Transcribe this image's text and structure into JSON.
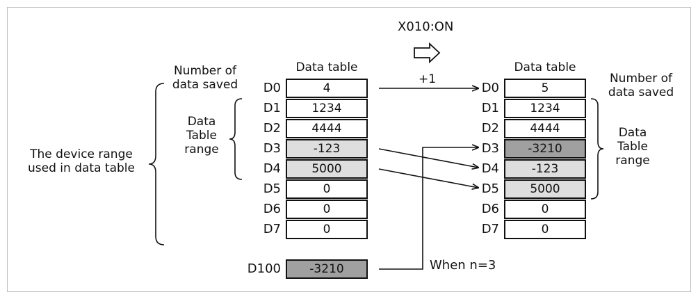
{
  "trigger": {
    "label": "X010:ON",
    "increment": "+1"
  },
  "left_table": {
    "header": "Data table",
    "rows": [
      {
        "reg": "D0",
        "value": "4",
        "shade": "none"
      },
      {
        "reg": "D1",
        "value": "1234",
        "shade": "none"
      },
      {
        "reg": "D2",
        "value": "4444",
        "shade": "none"
      },
      {
        "reg": "D3",
        "value": "-123",
        "shade": "light"
      },
      {
        "reg": "D4",
        "value": "5000",
        "shade": "light"
      },
      {
        "reg": "D5",
        "value": "0",
        "shade": "none"
      },
      {
        "reg": "D6",
        "value": "0",
        "shade": "none"
      },
      {
        "reg": "D7",
        "value": "0",
        "shade": "none"
      }
    ]
  },
  "right_table": {
    "header": "Data table",
    "rows": [
      {
        "reg": "D0",
        "value": "5",
        "shade": "none"
      },
      {
        "reg": "D1",
        "value": "1234",
        "shade": "none"
      },
      {
        "reg": "D2",
        "value": "4444",
        "shade": "none"
      },
      {
        "reg": "D3",
        "value": "-3210",
        "shade": "dark"
      },
      {
        "reg": "D4",
        "value": "-123",
        "shade": "light"
      },
      {
        "reg": "D5",
        "value": "5000",
        "shade": "light"
      },
      {
        "reg": "D6",
        "value": "0",
        "shade": "none"
      },
      {
        "reg": "D7",
        "value": "0",
        "shade": "none"
      }
    ]
  },
  "source": {
    "reg": "D100",
    "value": "-3210",
    "condition": "When n=3"
  },
  "labels": {
    "device_range_line1": "The device range",
    "device_range_line2": "used in data table",
    "number_saved_line1": "Number of",
    "number_saved_line2": "data saved",
    "table_range_line1": "Data",
    "table_range_line2": "Table",
    "table_range_line3": "range"
  },
  "colors": {
    "light_cell": "#dedede",
    "dark_cell": "#a0a0a0",
    "line": "#111111"
  }
}
